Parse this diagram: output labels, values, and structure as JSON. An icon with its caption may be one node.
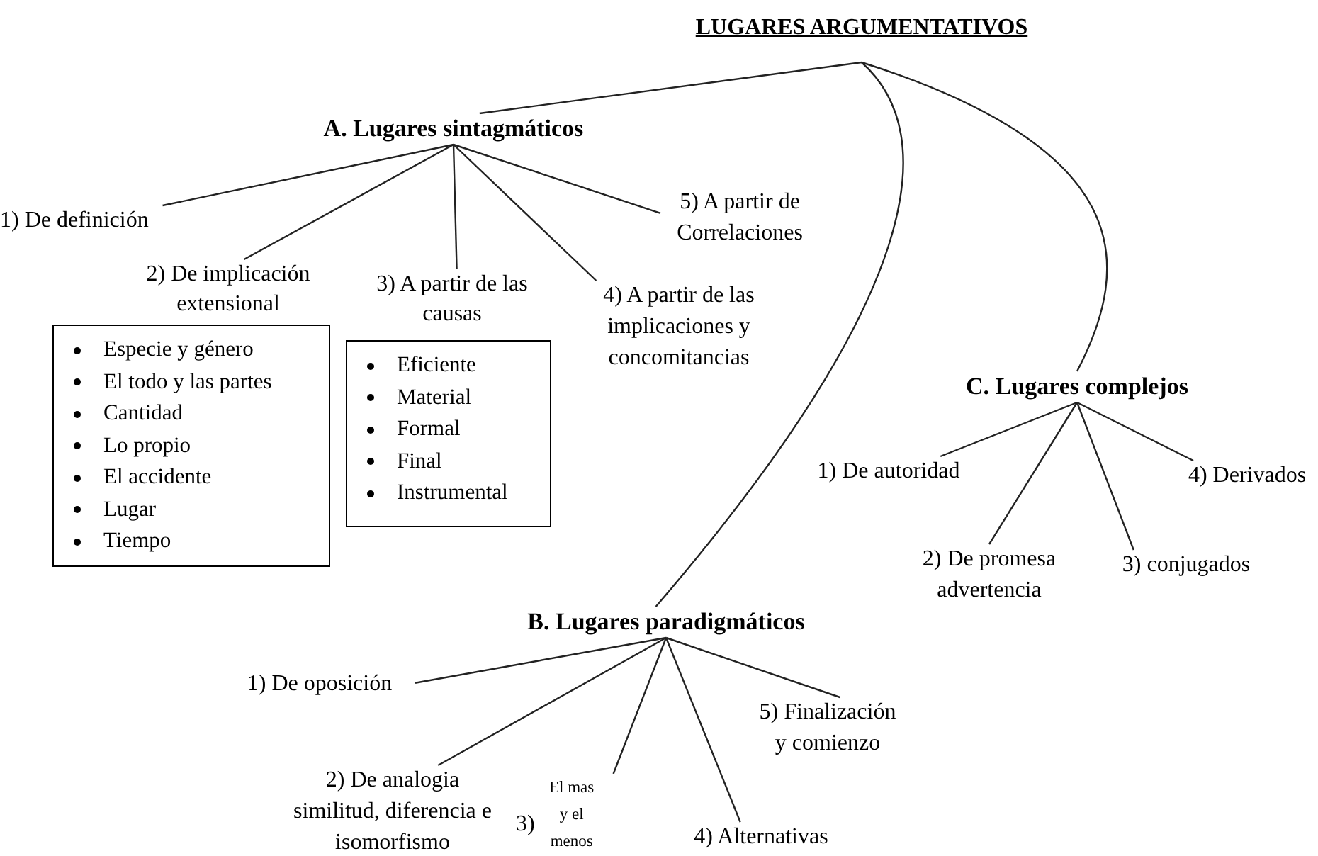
{
  "diagram": {
    "nodes": [
      {
        "text": [
          "LUGARES ARGUMENTATIVOS"
        ]
      },
      {
        "text": [
          "A. Lugares sintagmáticos"
        ]
      },
      {
        "text": [
          "1) De definición"
        ]
      },
      {
        "text": [
          "2) De implicación extensional",
          "Especie y género",
          "El todo y las partes",
          "Cantidad",
          "Lo propio",
          "El accidente",
          "Lugar",
          "Tiempo"
        ]
      },
      {
        "text": [
          "3) A partir de las causas",
          "Eficiente",
          "Material",
          "Formal",
          "Final",
          "Instrumental"
        ]
      },
      {
        "text": [
          "4) A partir de las implicaciones y concomitancias"
        ]
      },
      {
        "text": [
          "5) A partir de Correlaciones"
        ]
      },
      {
        "text": [
          "B. Lugares paradigmáticos"
        ]
      },
      {
        "text": [
          "1) De oposición"
        ]
      },
      {
        "text": [
          "2) De analogia similitud, diferencia e isomorfismo"
        ]
      },
      {
        "text": [
          "3)",
          "El mas y el menos"
        ]
      },
      {
        "text": [
          "4) Alternativas"
        ]
      },
      {
        "text": [
          "5) Finalización y comienzo"
        ]
      },
      {
        "text": [
          "C. Lugares complejos"
        ]
      },
      {
        "text": [
          "1) De autoridad"
        ]
      },
      {
        "text": [
          "2) De promesa advertencia"
        ]
      },
      {
        "text": [
          "3) conjugados"
        ]
      },
      {
        "text": [
          "4) Derivados"
        ]
      }
    ],
    "edges": [
      {
        "from": 0,
        "to": 1,
        "arrow": "none"
      },
      {
        "from": 0,
        "to": 7,
        "arrow": "none"
      },
      {
        "from": 0,
        "to": 13,
        "arrow": "none"
      },
      {
        "from": 1,
        "to": 2,
        "arrow": "none"
      },
      {
        "from": 1,
        "to": 3,
        "arrow": "none"
      },
      {
        "from": 1,
        "to": 4,
        "arrow": "none"
      },
      {
        "from": 1,
        "to": 5,
        "arrow": "none"
      },
      {
        "from": 1,
        "to": 6,
        "arrow": "none"
      },
      {
        "from": 7,
        "to": 8,
        "arrow": "none"
      },
      {
        "from": 7,
        "to": 9,
        "arrow": "none"
      },
      {
        "from": 7,
        "to": 10,
        "arrow": "none"
      },
      {
        "from": 7,
        "to": 11,
        "arrow": "none"
      },
      {
        "from": 7,
        "to": 12,
        "arrow": "none"
      },
      {
        "from": 13,
        "to": 14,
        "arrow": "none"
      },
      {
        "from": 13,
        "to": 15,
        "arrow": "none"
      },
      {
        "from": 13,
        "to": 16,
        "arrow": "none"
      },
      {
        "from": 13,
        "to": 17,
        "arrow": "none"
      }
    ]
  }
}
